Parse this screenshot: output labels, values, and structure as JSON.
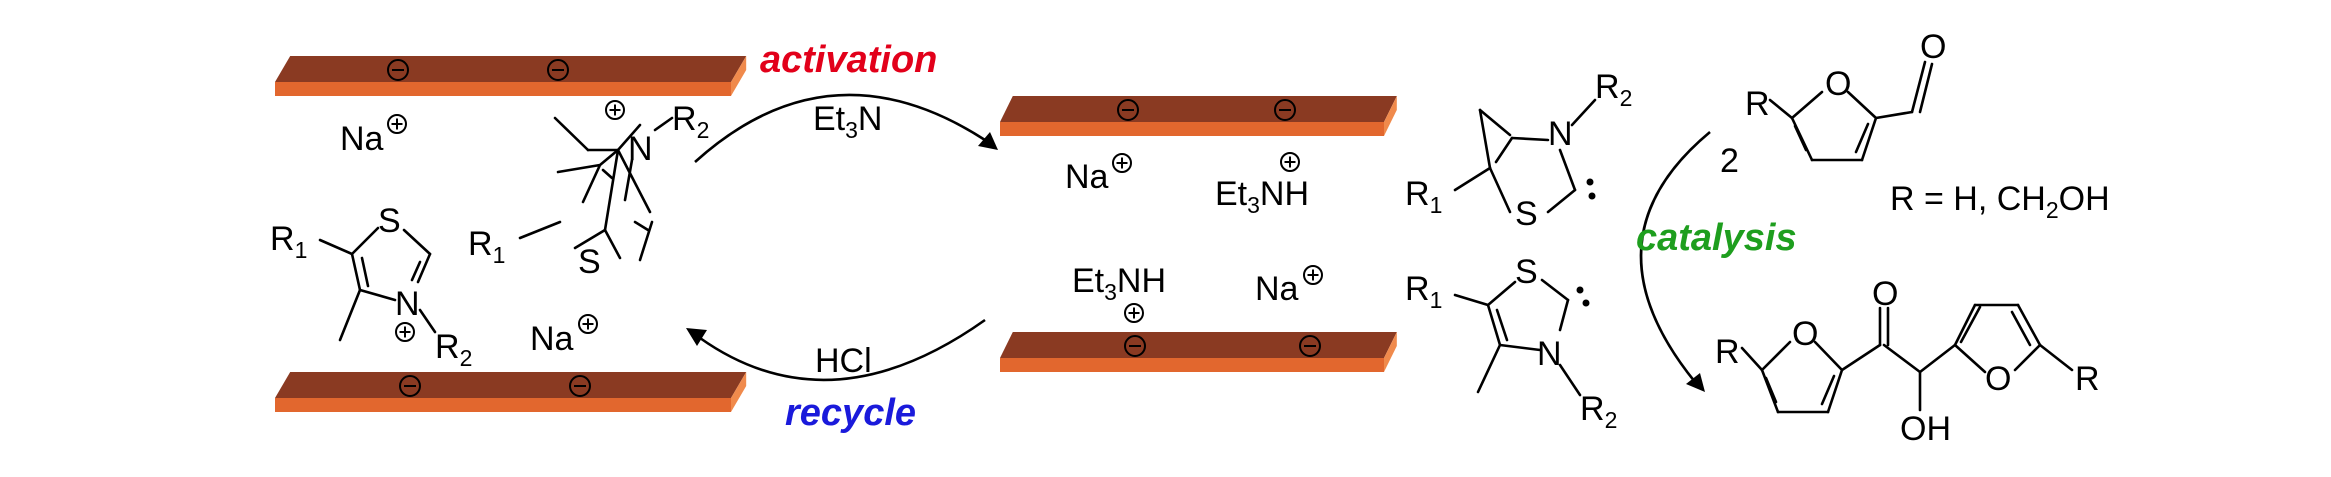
{
  "labels": {
    "activation": "activation",
    "recycle": "recycle",
    "catalysis": "catalysis",
    "et3n": "Et3N",
    "hcl": "HCl",
    "na": "Na",
    "et3nh": "Et3NH",
    "r1": "R1",
    "r2": "R2",
    "r": "R",
    "n": "N",
    "s": "S",
    "o": "O",
    "two": "2",
    "oh": "OH",
    "r_def": "R = H, CH2OH"
  },
  "colors": {
    "activation": "#e2001a",
    "recycle": "#1a1adb",
    "catalysis": "#1e9e1e",
    "plate_top": "#8a3a22",
    "plate_side": "#e2672e",
    "plate_edge": "#f08a4c"
  },
  "icons": {
    "plate_charge": "minus-in-circle",
    "cation_charge": "plus-in-circle",
    "carbene": "lone-pair-dots"
  }
}
